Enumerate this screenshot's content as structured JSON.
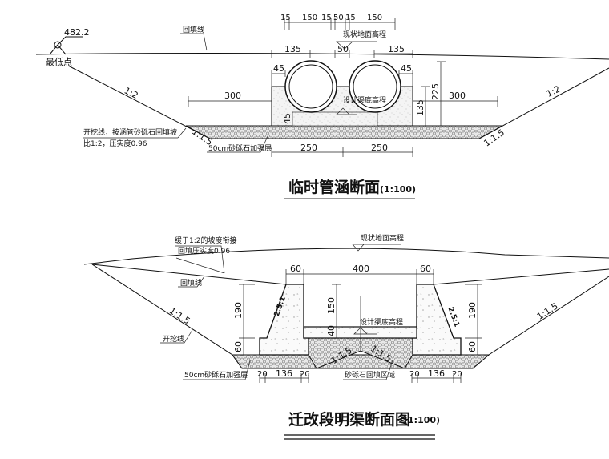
{
  "culvert_section": {
    "title": "临时管涵断面",
    "scale": "(1:100)",
    "elevation_value": "482.2",
    "lowest_point": "最低点",
    "fill_line": "回填线",
    "ground_elevation": "现状地面高程",
    "design_bottom": "设计渠底高程",
    "excavation_note_1": "开挖线，按涵管砂砾石回填坡",
    "excavation_note_2": "比1:2，压实度0.96",
    "gravel_layer": "50cm砂砾石加强层",
    "slope_left_upper": "1:2",
    "slope_right_upper": "1:2",
    "slope_left_lower": "1:1.5",
    "slope_right_lower": "1:1.5",
    "top_dims": [
      "15",
      "150",
      "15",
      "50",
      "15",
      "150"
    ],
    "dim_135_left": "135",
    "dim_50": "50",
    "dim_135_right": "135",
    "dim_45_left": "45",
    "dim_45_right": "45",
    "dim_300_left": "300",
    "dim_300_right": "300",
    "dim_225": "225",
    "dim_135_vert": "135",
    "dim_45_vert": "45",
    "bottom_dims": [
      "250",
      "250"
    ]
  },
  "channel_section": {
    "title": "迁改段明渠断面图",
    "scale": "(1:100)",
    "ground_elevation": "现状地面高程",
    "transition_note": "缓于1:2的坡度衔接",
    "compaction_note": "回填压实度0.96",
    "fill_line": "回填线",
    "excavation_line": "开挖线",
    "slope_left": "1:1.5",
    "slope_right": "1:1.5",
    "wall_slope_left": "2.5:1",
    "wall_slope_right": "2.5:1",
    "design_bottom": "设计渠底高程",
    "gravel_layer": "50cm砂砾石加强层",
    "gravel_fill_area": "砂砾石回填区域",
    "center_slope_left": "1:1.5",
    "center_slope_right": "1:1.5",
    "top_dims": [
      "60",
      "400",
      "60"
    ],
    "dim_190_left": "190",
    "dim_60_left": "60",
    "dim_190_right": "190",
    "dim_60_right": "60",
    "dim_150": "150",
    "dim_40": "40",
    "bottom_dims_left": [
      "20",
      "136",
      "20"
    ],
    "bottom_dims_right": [
      "20",
      "136",
      "20"
    ]
  }
}
